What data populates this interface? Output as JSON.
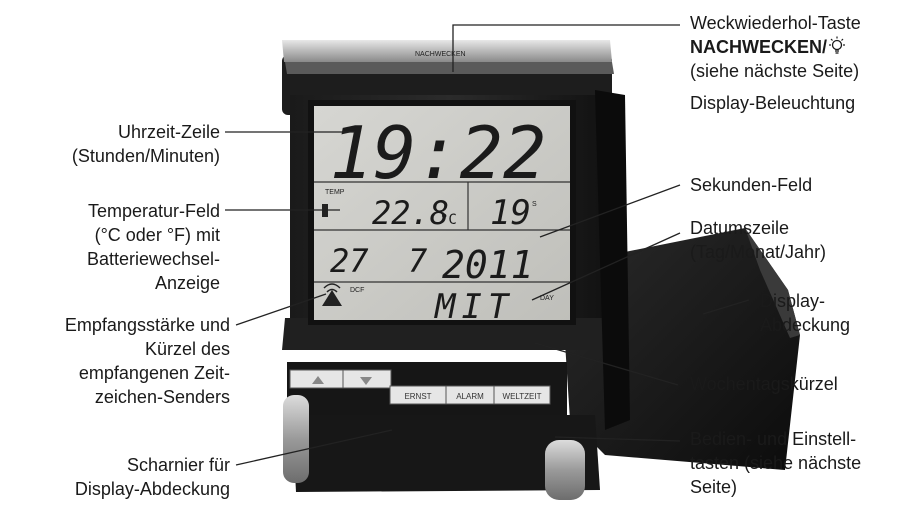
{
  "clock": {
    "time": "19:22",
    "temp_label": "TEMP",
    "temperature": "22.8",
    "temp_unit": "°C",
    "seconds": "19",
    "day": "27",
    "month": "7",
    "year": "2011",
    "dcf_label": "DCF",
    "weekday": "MIT",
    "day_label": "DAY",
    "top_brand": "NACHWECKEN",
    "buttons": [
      "",
      "",
      "ERNST",
      "ALARM",
      "WELTZEIT"
    ]
  },
  "labels_left": {
    "uhrzeit": [
      "Uhrzeit-Zeile",
      "(Stunden/Minuten)"
    ],
    "temperatur": [
      "Temperatur-Feld",
      "(°C oder °F) mit",
      "Batteriewechsel-",
      "Anzeige"
    ],
    "empfang": [
      "Empfangsstärke und",
      "Kürzel des",
      "empfangenen Zeit-",
      "zeichen-Senders"
    ],
    "scharnier": [
      "Scharnier für",
      "Display-Abdeckung"
    ]
  },
  "labels_right": {
    "weckwiederhol_1": "Weckwiederhol-Taste",
    "weckwiederhol_2": "NACHWECKEN/",
    "weckwiederhol_3": "(siehe nächste Seite)",
    "weckwiederhol_4": "Display-Beleuchtung",
    "sekunden": [
      "Sekunden-Feld"
    ],
    "datum": [
      "Datumszeile",
      "(Tag/Monat/Jahr)"
    ],
    "abdeckung": [
      "Display-",
      "Abdeckung"
    ],
    "wochentag": [
      "Wochentagskürzel"
    ],
    "bedien": [
      "Bedien- und Einstell-",
      "tasten (siehe nächste",
      "Seite)"
    ]
  }
}
